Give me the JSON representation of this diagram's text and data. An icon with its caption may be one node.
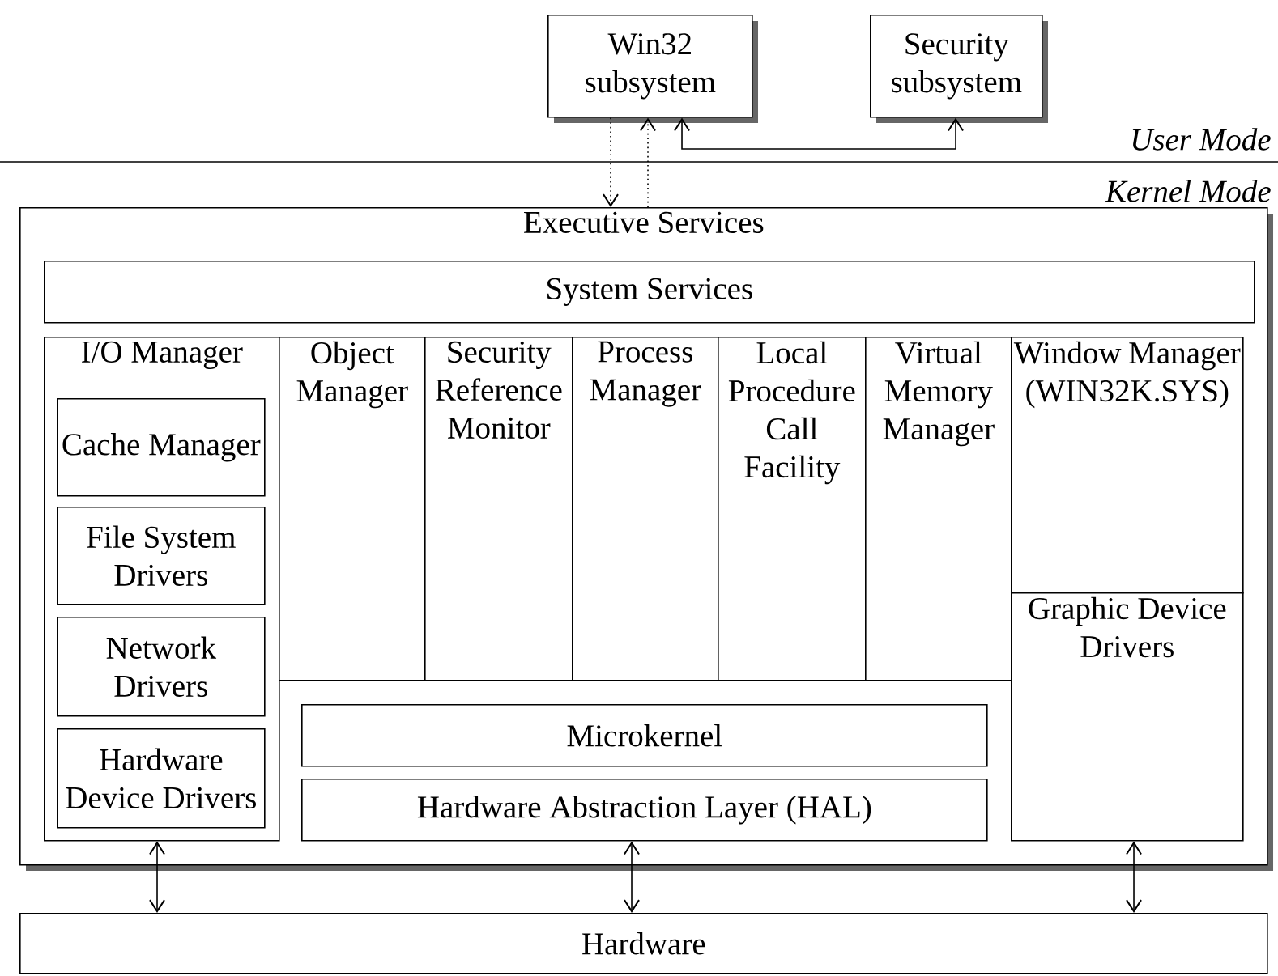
{
  "diagram": {
    "nodes": [
      {
        "text": [
          "Win32 subsystem"
        ]
      },
      {
        "text": [
          "Security subsystem"
        ]
      },
      {
        "text": [
          "Executive Services"
        ]
      },
      {
        "text": [
          "System Services"
        ],
        "in": 2
      },
      {
        "text": [
          "I/O Manager"
        ],
        "in": 2
      },
      {
        "text": [
          "Cache Manager"
        ],
        "in": 4
      },
      {
        "text": [
          "File System Drivers"
        ],
        "in": 4
      },
      {
        "text": [
          "Network Drivers"
        ],
        "in": 4
      },
      {
        "text": [
          "Hardware Device Drivers"
        ],
        "in": 4
      },
      {
        "text": [
          "Object Manager"
        ],
        "in": 2
      },
      {
        "text": [
          "Security Reference Monitor"
        ],
        "in": 2
      },
      {
        "text": [
          "Process Manager"
        ],
        "in": 2
      },
      {
        "text": [
          "Local Procedure Call Facility"
        ],
        "in": 2
      },
      {
        "text": [
          "Virtual Memory Manager"
        ],
        "in": 2
      },
      {
        "text": [
          "Window Manager (WIN32K.SYS)"
        ],
        "in": 2
      },
      {
        "text": [
          "Graphic Device Drivers"
        ],
        "in": 2
      },
      {
        "text": [
          "Microkernel"
        ],
        "in": 2
      },
      {
        "text": [
          "Hardware Abstraction Layer (HAL)"
        ],
        "in": 2
      },
      {
        "text": [
          "Hardware"
        ]
      }
    ],
    "edges": [
      {
        "from": 0,
        "to": 2,
        "arrow": "to",
        "style": "dashed"
      },
      {
        "from": 2,
        "to": 0,
        "arrow": "to",
        "style": "dashed"
      },
      {
        "from": 0,
        "to": 1,
        "arrow": "both"
      },
      {
        "from": 4,
        "to": 18,
        "arrow": "both"
      },
      {
        "from": 17,
        "to": 18,
        "arrow": "both"
      },
      {
        "from": 15,
        "to": 18,
        "arrow": "both"
      }
    ],
    "labels": [
      "User Mode",
      "Kernel Mode"
    ]
  }
}
